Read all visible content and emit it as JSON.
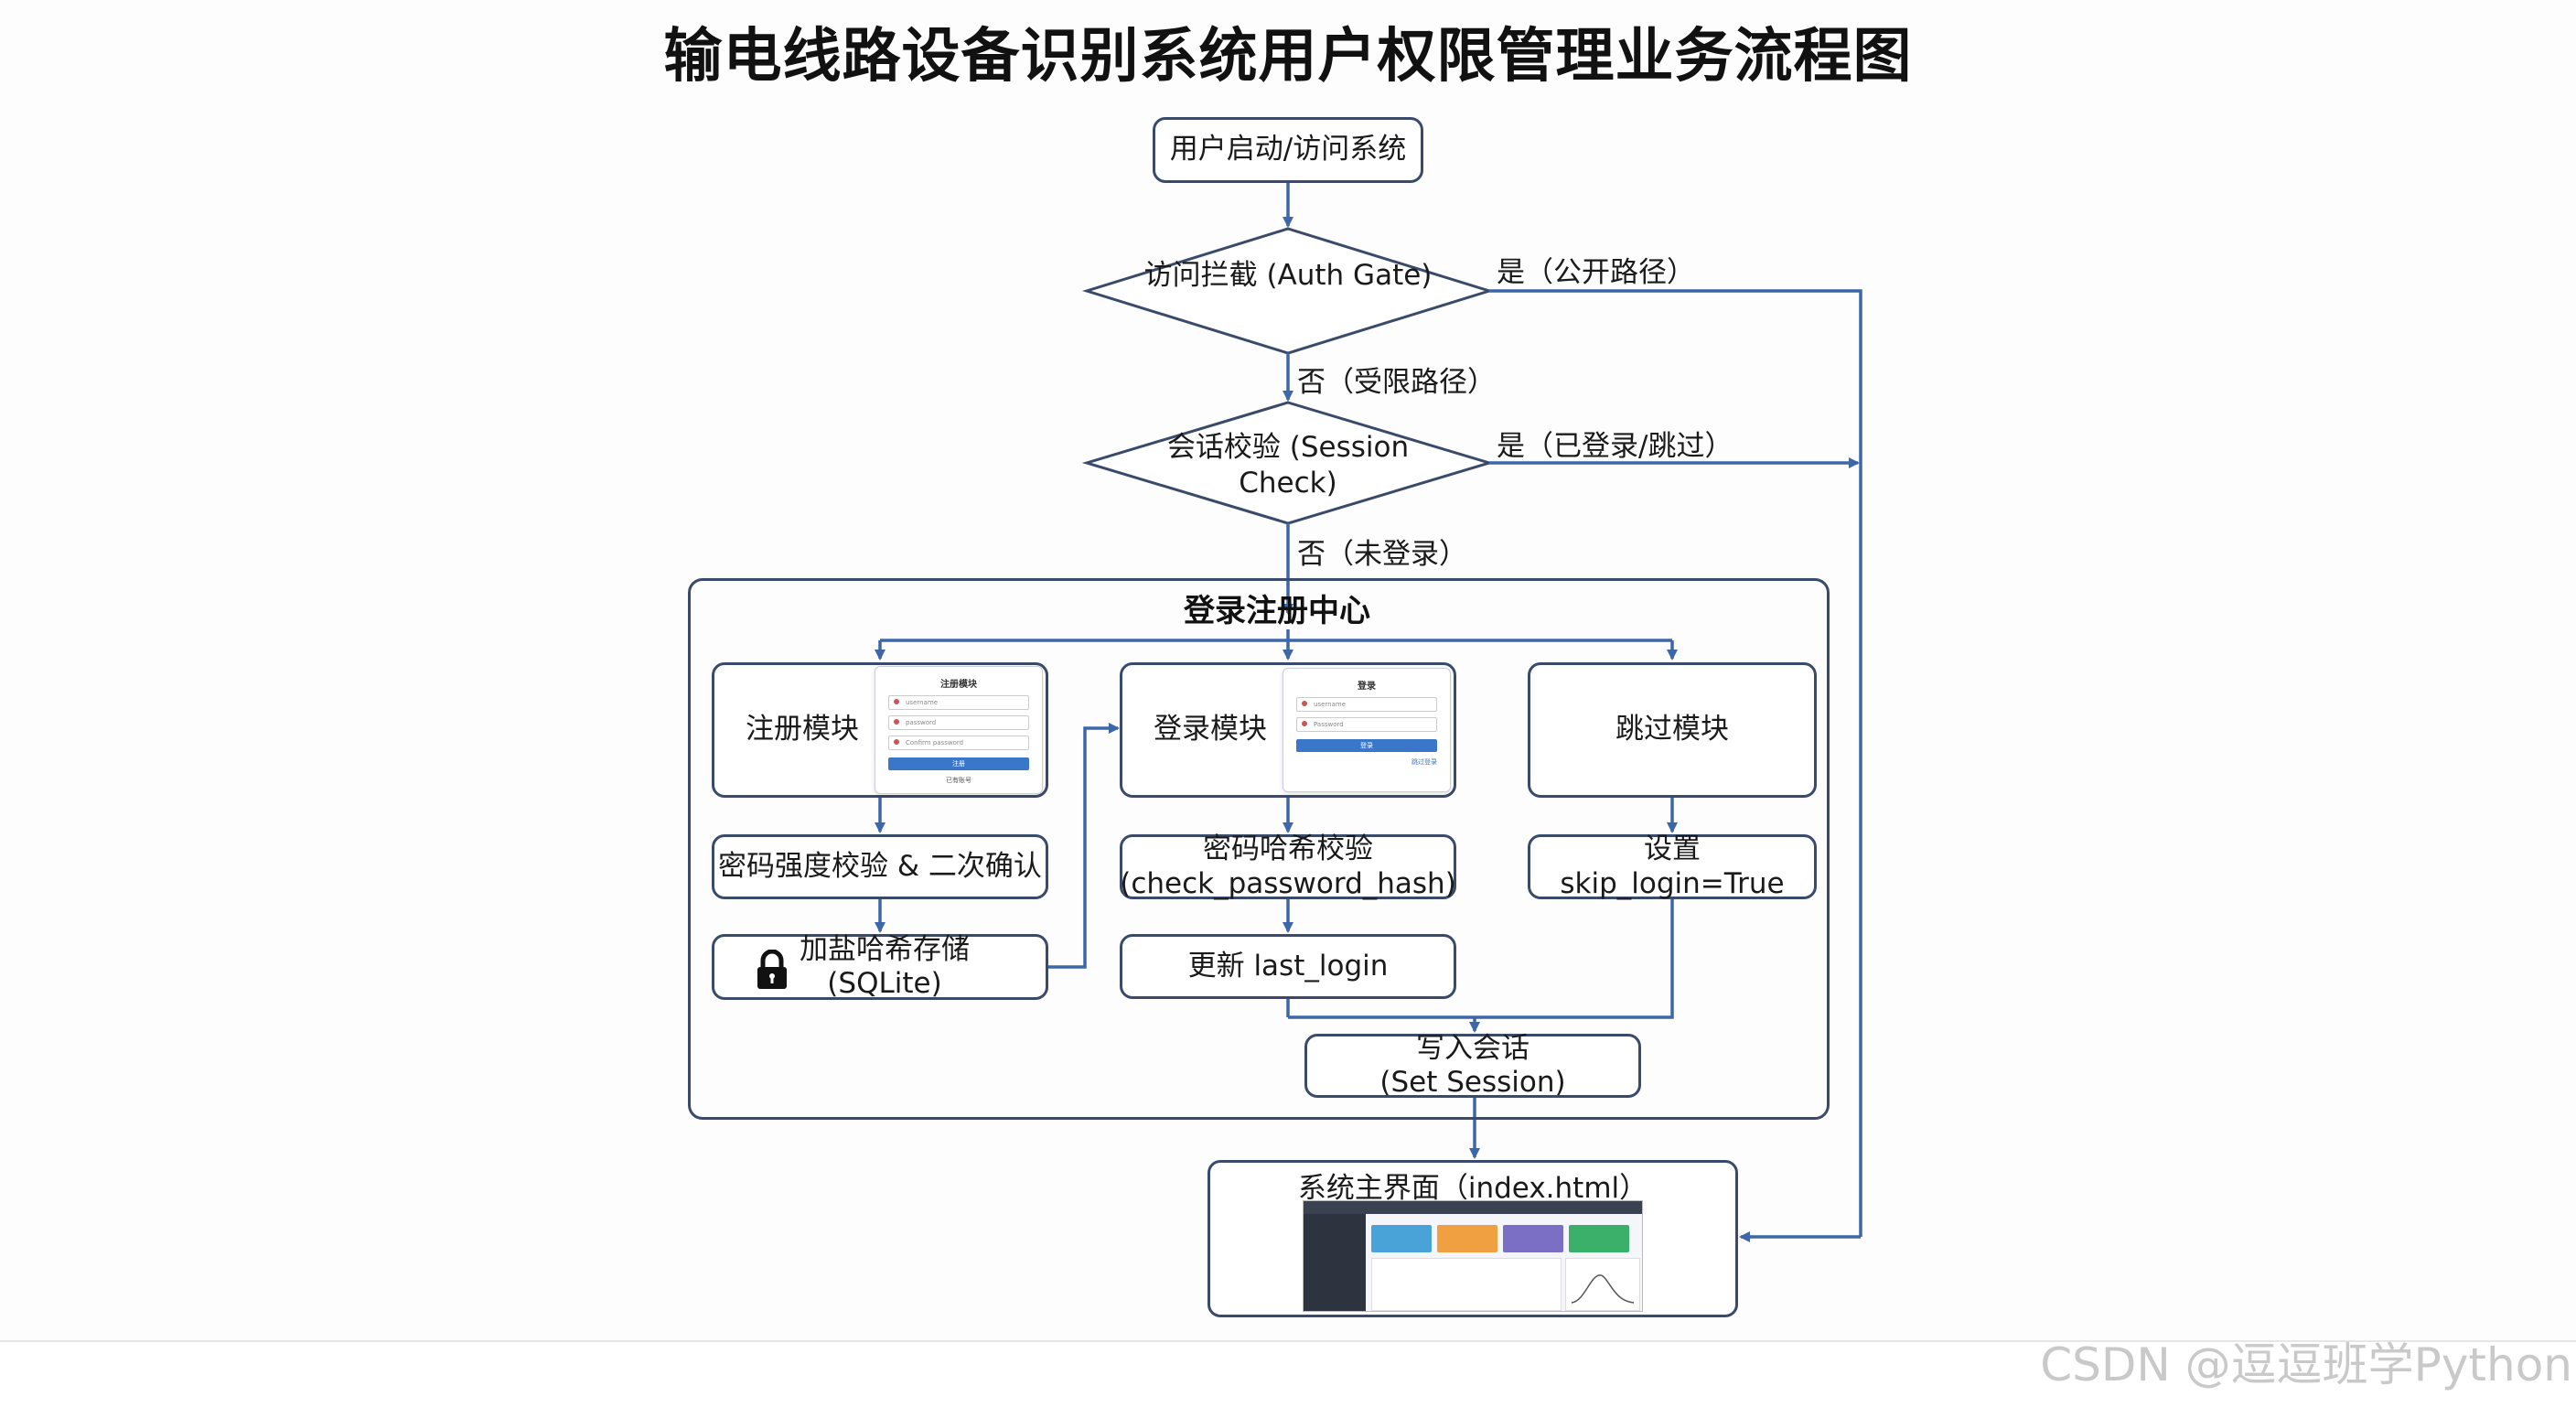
{
  "title": "输电线路设备识别系统用户权限管理业务流程图",
  "nodes": {
    "start": "用户启动/访问系统",
    "auth_gate_line1": "访问拦截",
    "auth_gate_line2": "(Auth Gate)",
    "session_check_line1": "会话校验",
    "session_check_line2": "(Session Check)",
    "register": "注册模块",
    "login": "登录模块",
    "skip": "跳过模块",
    "pwd_strength": "密码强度校验 & 二次确认",
    "salt_hash_line1": "加盐哈希存储",
    "salt_hash_line2": "(SQLite)",
    "check_hash_line1": "密码哈希校验",
    "check_hash_line2": "(check_password_hash)",
    "update_login": "更新 last_login",
    "set_skip": "设置 skip_login=True",
    "set_session_line1": "写入会话",
    "set_session_line2": "(Set Session)",
    "main_ui": "系统主界面（index.html）"
  },
  "edge_labels": {
    "gate_yes": "是（公开路径）",
    "gate_no": "否（受限路径）",
    "session_yes": "是（已登录/跳过）",
    "session_no": "否（未登录）"
  },
  "group_title": "登录注册中心",
  "register_mock": {
    "title": "注册模块",
    "field1": "username",
    "field2": "password",
    "field3": "Confirm password",
    "button": "注册",
    "link": "已有账号"
  },
  "login_mock": {
    "title": "登录",
    "field1": "username",
    "field2": "Password",
    "button": "登录",
    "link": "跳过登录"
  },
  "watermark": "CSDN @逗逗班学Python",
  "colors": {
    "arrow": "#3d67a8",
    "border": "#3a4a6a",
    "card_blue": "#4aa3d8",
    "card_orange": "#f0a040",
    "card_purple": "#7a6fc4",
    "card_green": "#3bb06a"
  }
}
